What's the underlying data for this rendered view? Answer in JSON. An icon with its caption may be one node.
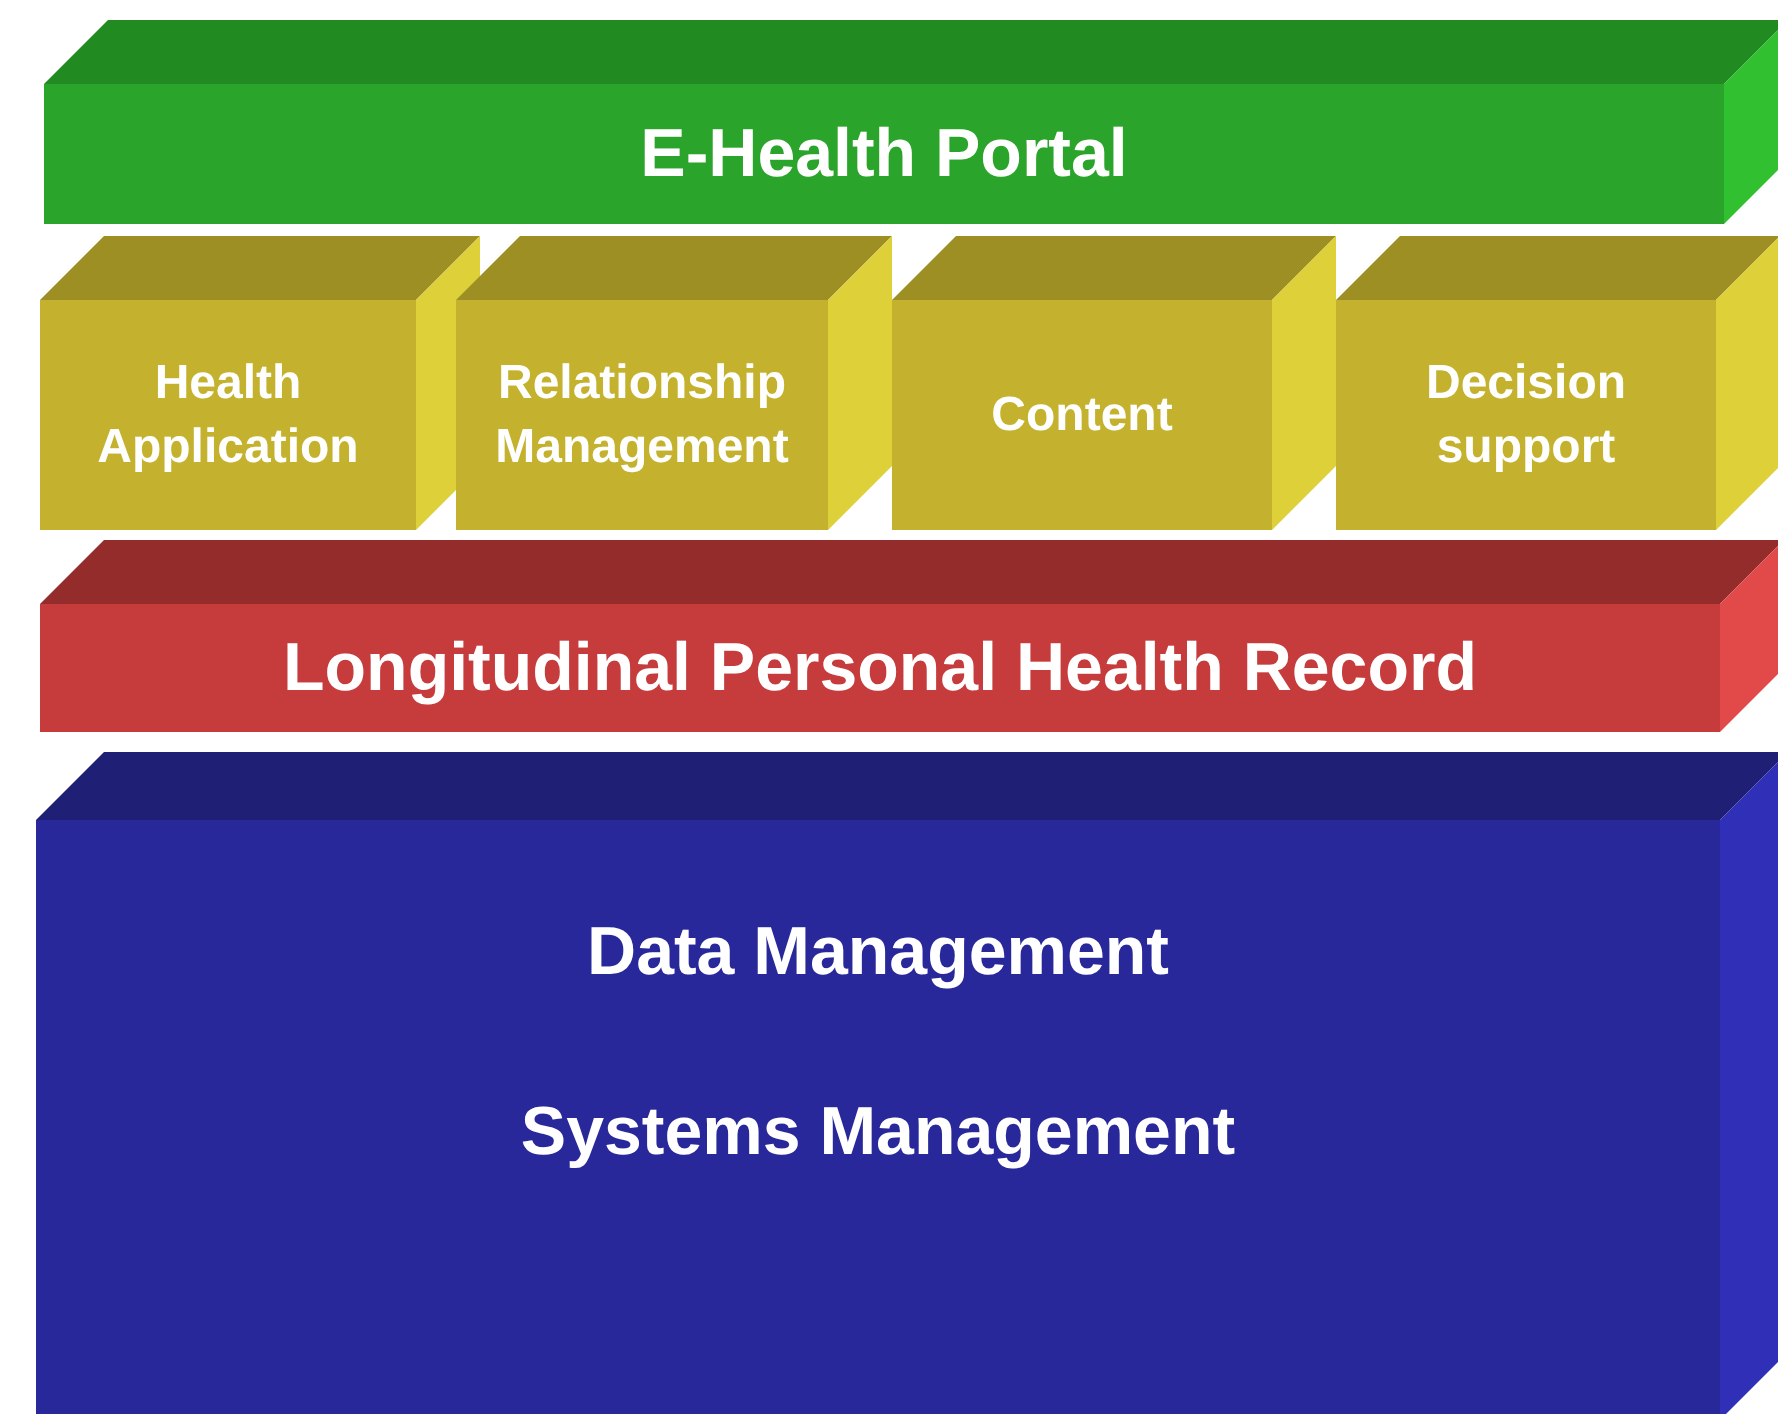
{
  "diagram": {
    "nodes": [
      {
        "text": [
          "E-Health Portal"
        ]
      },
      {
        "text": [
          "Health Application"
        ]
      },
      {
        "text": [
          "Relationship Management"
        ]
      },
      {
        "text": [
          "Content"
        ]
      },
      {
        "text": [
          "Decision support"
        ]
      },
      {
        "text": [
          "Longitudinal Personal Health Record"
        ]
      },
      {
        "text": [
          "Data Management",
          "Systems Management"
        ]
      }
    ]
  }
}
